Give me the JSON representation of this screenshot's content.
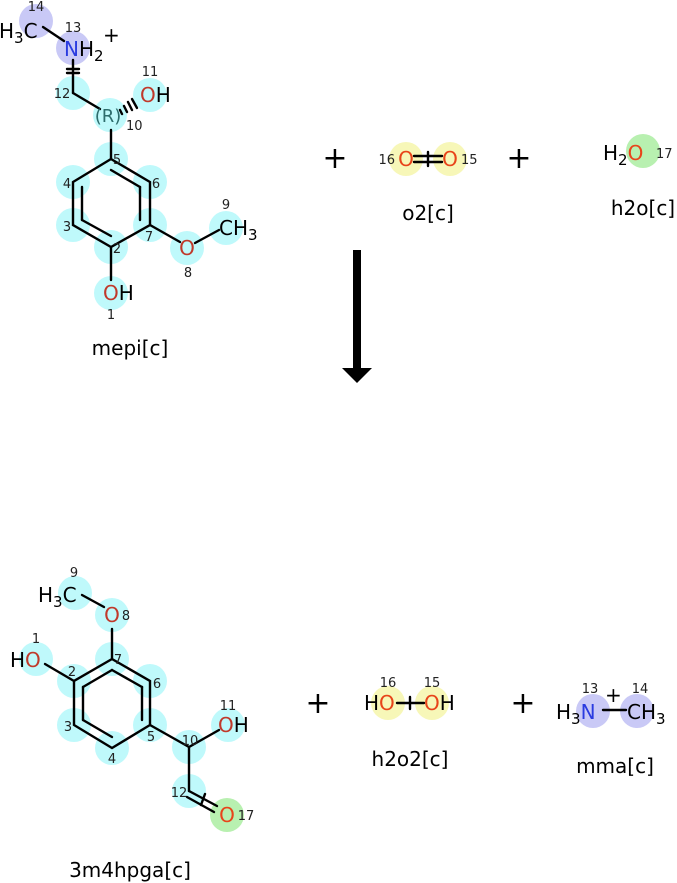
{
  "reaction": {
    "reactants": [
      {
        "name": "mepi[c]",
        "atoms": {
          "a14": {
            "parts": [
              "H",
              "3",
              "C"
            ],
            "num": "14"
          },
          "a13": {
            "parts": [
              "N",
              "H",
              "2"
            ],
            "num": "13",
            "charge": "+"
          },
          "a12": {
            "num": "12"
          },
          "a10": {
            "num": "10",
            "stereo": "(R)"
          },
          "a11": {
            "parts": [
              "O",
              "H"
            ],
            "num": "11"
          },
          "a5": {
            "num": "5"
          },
          "a6": {
            "num": "6"
          },
          "a4": {
            "num": "4"
          },
          "a3": {
            "num": "3"
          },
          "a7": {
            "num": "7"
          },
          "a2": {
            "num": "2"
          },
          "a8": {
            "parts": [
              "O"
            ],
            "num": "8"
          },
          "a9": {
            "parts": [
              "C",
              "H",
              "3"
            ],
            "num": "9"
          },
          "a1": {
            "parts": [
              "O",
              "H"
            ],
            "num": "1"
          }
        }
      },
      {
        "name": "o2[c]",
        "atoms": {
          "a16": {
            "parts": [
              "O"
            ],
            "num": "16"
          },
          "a15": {
            "parts": [
              "O"
            ],
            "num": "15"
          }
        }
      },
      {
        "name": "h2o[c]",
        "atoms": {
          "a17": {
            "parts": [
              "H",
              "2",
              "O"
            ],
            "num": "17"
          }
        }
      }
    ],
    "products": [
      {
        "name": "3m4hpga[c]",
        "atoms": {
          "a9": {
            "parts": [
              "H",
              "3",
              "C"
            ],
            "num": "9"
          },
          "a8": {
            "parts": [
              "O"
            ],
            "num": "8"
          },
          "a1": {
            "parts": [
              "H",
              "O"
            ],
            "num": "1"
          },
          "a7": {
            "num": "7"
          },
          "a2": {
            "num": "2"
          },
          "a6": {
            "num": "6"
          },
          "a3": {
            "num": "3"
          },
          "a5": {
            "num": "5"
          },
          "a4": {
            "num": "4"
          },
          "a10": {
            "num": "10"
          },
          "a11": {
            "parts": [
              "O",
              "H"
            ],
            "num": "11"
          },
          "a12": {
            "num": "12"
          },
          "a17": {
            "parts": [
              "O"
            ],
            "num": "17"
          }
        }
      },
      {
        "name": "h2o2[c]",
        "atoms": {
          "a16": {
            "parts": [
              "H",
              "O"
            ],
            "num": "16"
          },
          "a15": {
            "parts": [
              "O",
              "H"
            ],
            "num": "15"
          }
        }
      },
      {
        "name": "mma[c]",
        "atoms": {
          "a13": {
            "parts": [
              "H",
              "3",
              "N"
            ],
            "num": "13",
            "charge": "+"
          },
          "a14": {
            "parts": [
              "C",
              "H",
              "3"
            ],
            "num": "14"
          }
        }
      }
    ],
    "plus": "+",
    "colors": {
      "mapped_carbon": "#b8f8fb",
      "mapped_nitrogen": "#c9c9f6",
      "mapped_oxygen_o2": "#f7f7b8",
      "mapped_oxygen_water": "#b8f0b0",
      "oxygen": "#c0392b",
      "nitrogen": "#2a3be0"
    }
  }
}
